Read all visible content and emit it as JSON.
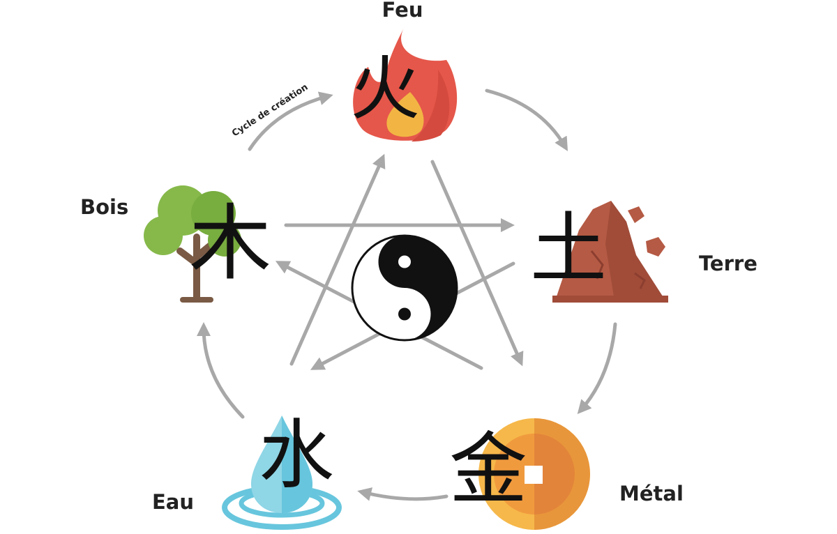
{
  "elements": {
    "fire": {
      "name": "Feu",
      "char": "火"
    },
    "earth": {
      "name": "Terre",
      "char": "土"
    },
    "metal": {
      "name": "Métal",
      "char": "金"
    },
    "water": {
      "name": "Eau",
      "char": "水"
    },
    "wood": {
      "name": "Bois",
      "char": "木"
    }
  },
  "cycle_label": "Cycle de création",
  "colors": {
    "arrow": "#a8a8a8",
    "fire": "#e5574a",
    "earth": "#b55a44",
    "metal": "#f2a24a",
    "water": "#67c6dd",
    "wood": "#86b94a"
  }
}
